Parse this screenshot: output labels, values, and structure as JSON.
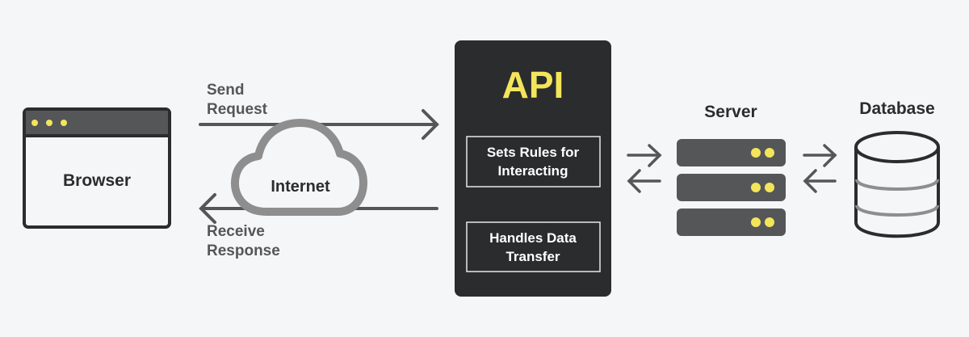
{
  "colors": {
    "background": "#f5f6f8",
    "dark": "#2b2c2e",
    "gray": "#555658",
    "cloud": "#8e8e8e",
    "accent": "#f3e55a",
    "text": "#555658"
  },
  "browser": {
    "label": "Browser",
    "icon": "browser-window-icon"
  },
  "request": {
    "line1": "Send",
    "line2": "Request"
  },
  "response": {
    "line1": "Receive",
    "line2": "Response"
  },
  "internet": {
    "label": "Internet",
    "icon": "cloud-icon"
  },
  "api": {
    "title": "API",
    "box1": {
      "line1": "Sets Rules for",
      "line2": "Interacting"
    },
    "box2": {
      "line1": "Handles Data",
      "line2": "Transfer"
    }
  },
  "server": {
    "label": "Server",
    "icon": "server-rack-icon"
  },
  "database": {
    "label": "Database",
    "icon": "database-cylinder-icon"
  }
}
